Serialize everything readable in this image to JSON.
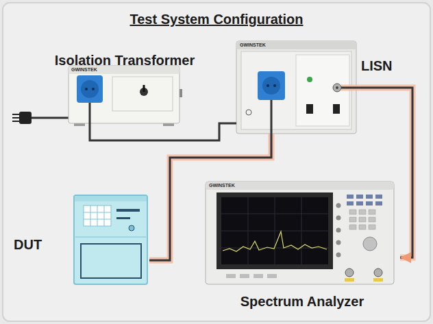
{
  "diagram": {
    "title": "Test System Configuration",
    "nodes": [
      {
        "text": [
          "Isolation Transformer"
        ]
      },
      {
        "text": [
          "LISN"
        ]
      },
      {
        "text": [
          "DUT"
        ]
      },
      {
        "text": [
          "Spectrum Analyzer"
        ]
      }
    ],
    "edges": [
      {
        "from": 0,
        "to": 1,
        "arrow": "none"
      },
      {
        "from": 1,
        "to": 2,
        "arrow": "none"
      },
      {
        "from": 1,
        "to": 3,
        "arrow": "to"
      }
    ],
    "labels": [
      "GWINSTEK",
      "GWINSTEK",
      "GWINSTEK"
    ]
  }
}
